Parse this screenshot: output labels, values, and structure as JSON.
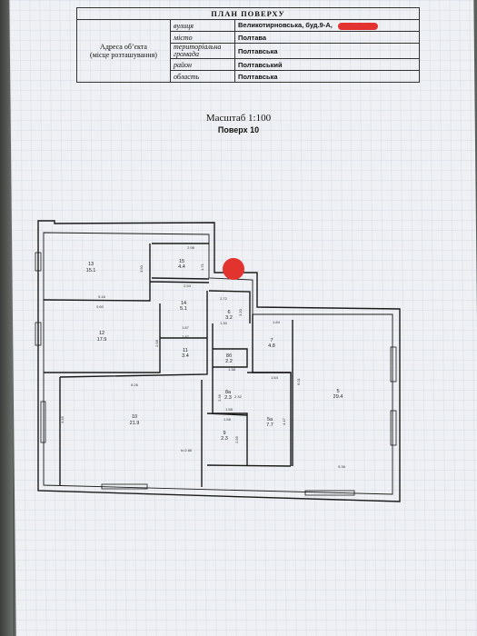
{
  "header": {
    "title": "ПЛАН ПОВЕРХУ",
    "address_label": "Адреса об’єкта\n(місце розташування)",
    "rows": [
      {
        "label": "вулиця",
        "value": "Великотирновська, буд.9-А,"
      },
      {
        "label": "місто",
        "value": "Полтава"
      },
      {
        "label": "територіальна громада",
        "value": "Полтавська"
      },
      {
        "label": "район",
        "value": "Полтавський"
      },
      {
        "label": "область",
        "value": "Полтавська"
      }
    ]
  },
  "scale": "Масштаб 1:100",
  "floor": "Поверх 10",
  "rooms": [
    {
      "no": "13",
      "area": "15.1"
    },
    {
      "no": "15",
      "area": "4.4"
    },
    {
      "no": "14",
      "area": "5.1"
    },
    {
      "no": "6",
      "area": "3.2"
    },
    {
      "no": "12",
      "area": "17.9"
    },
    {
      "no": "11",
      "area": "3.4"
    },
    {
      "no": "8б",
      "area": "2.2"
    },
    {
      "no": "7",
      "area": "4.8"
    },
    {
      "no": "8а",
      "area": "2.3"
    },
    {
      "no": "10",
      "area": "21.9"
    },
    {
      "no": "9",
      "area": "2.3"
    },
    {
      "no": "5а",
      "area": "7.7"
    },
    {
      "no": "5",
      "area": "29.4"
    }
  ],
  "dimensions": [
    "2.98",
    "1.71",
    "3.90",
    "5.16",
    "5.60",
    "2.54",
    "1.87",
    "2.72",
    "1.87",
    "2.58",
    "1.30",
    "1.38",
    "3.20",
    "1.84",
    "1.64",
    "1.58",
    "3.45",
    "6.26",
    "4.17",
    "1.58",
    "2.95",
    "5.36",
    "2.36",
    "2.32",
    "6.01",
    "h=2.80"
  ],
  "marker_color": "#e2332f",
  "redaction_color": "#e2332f"
}
